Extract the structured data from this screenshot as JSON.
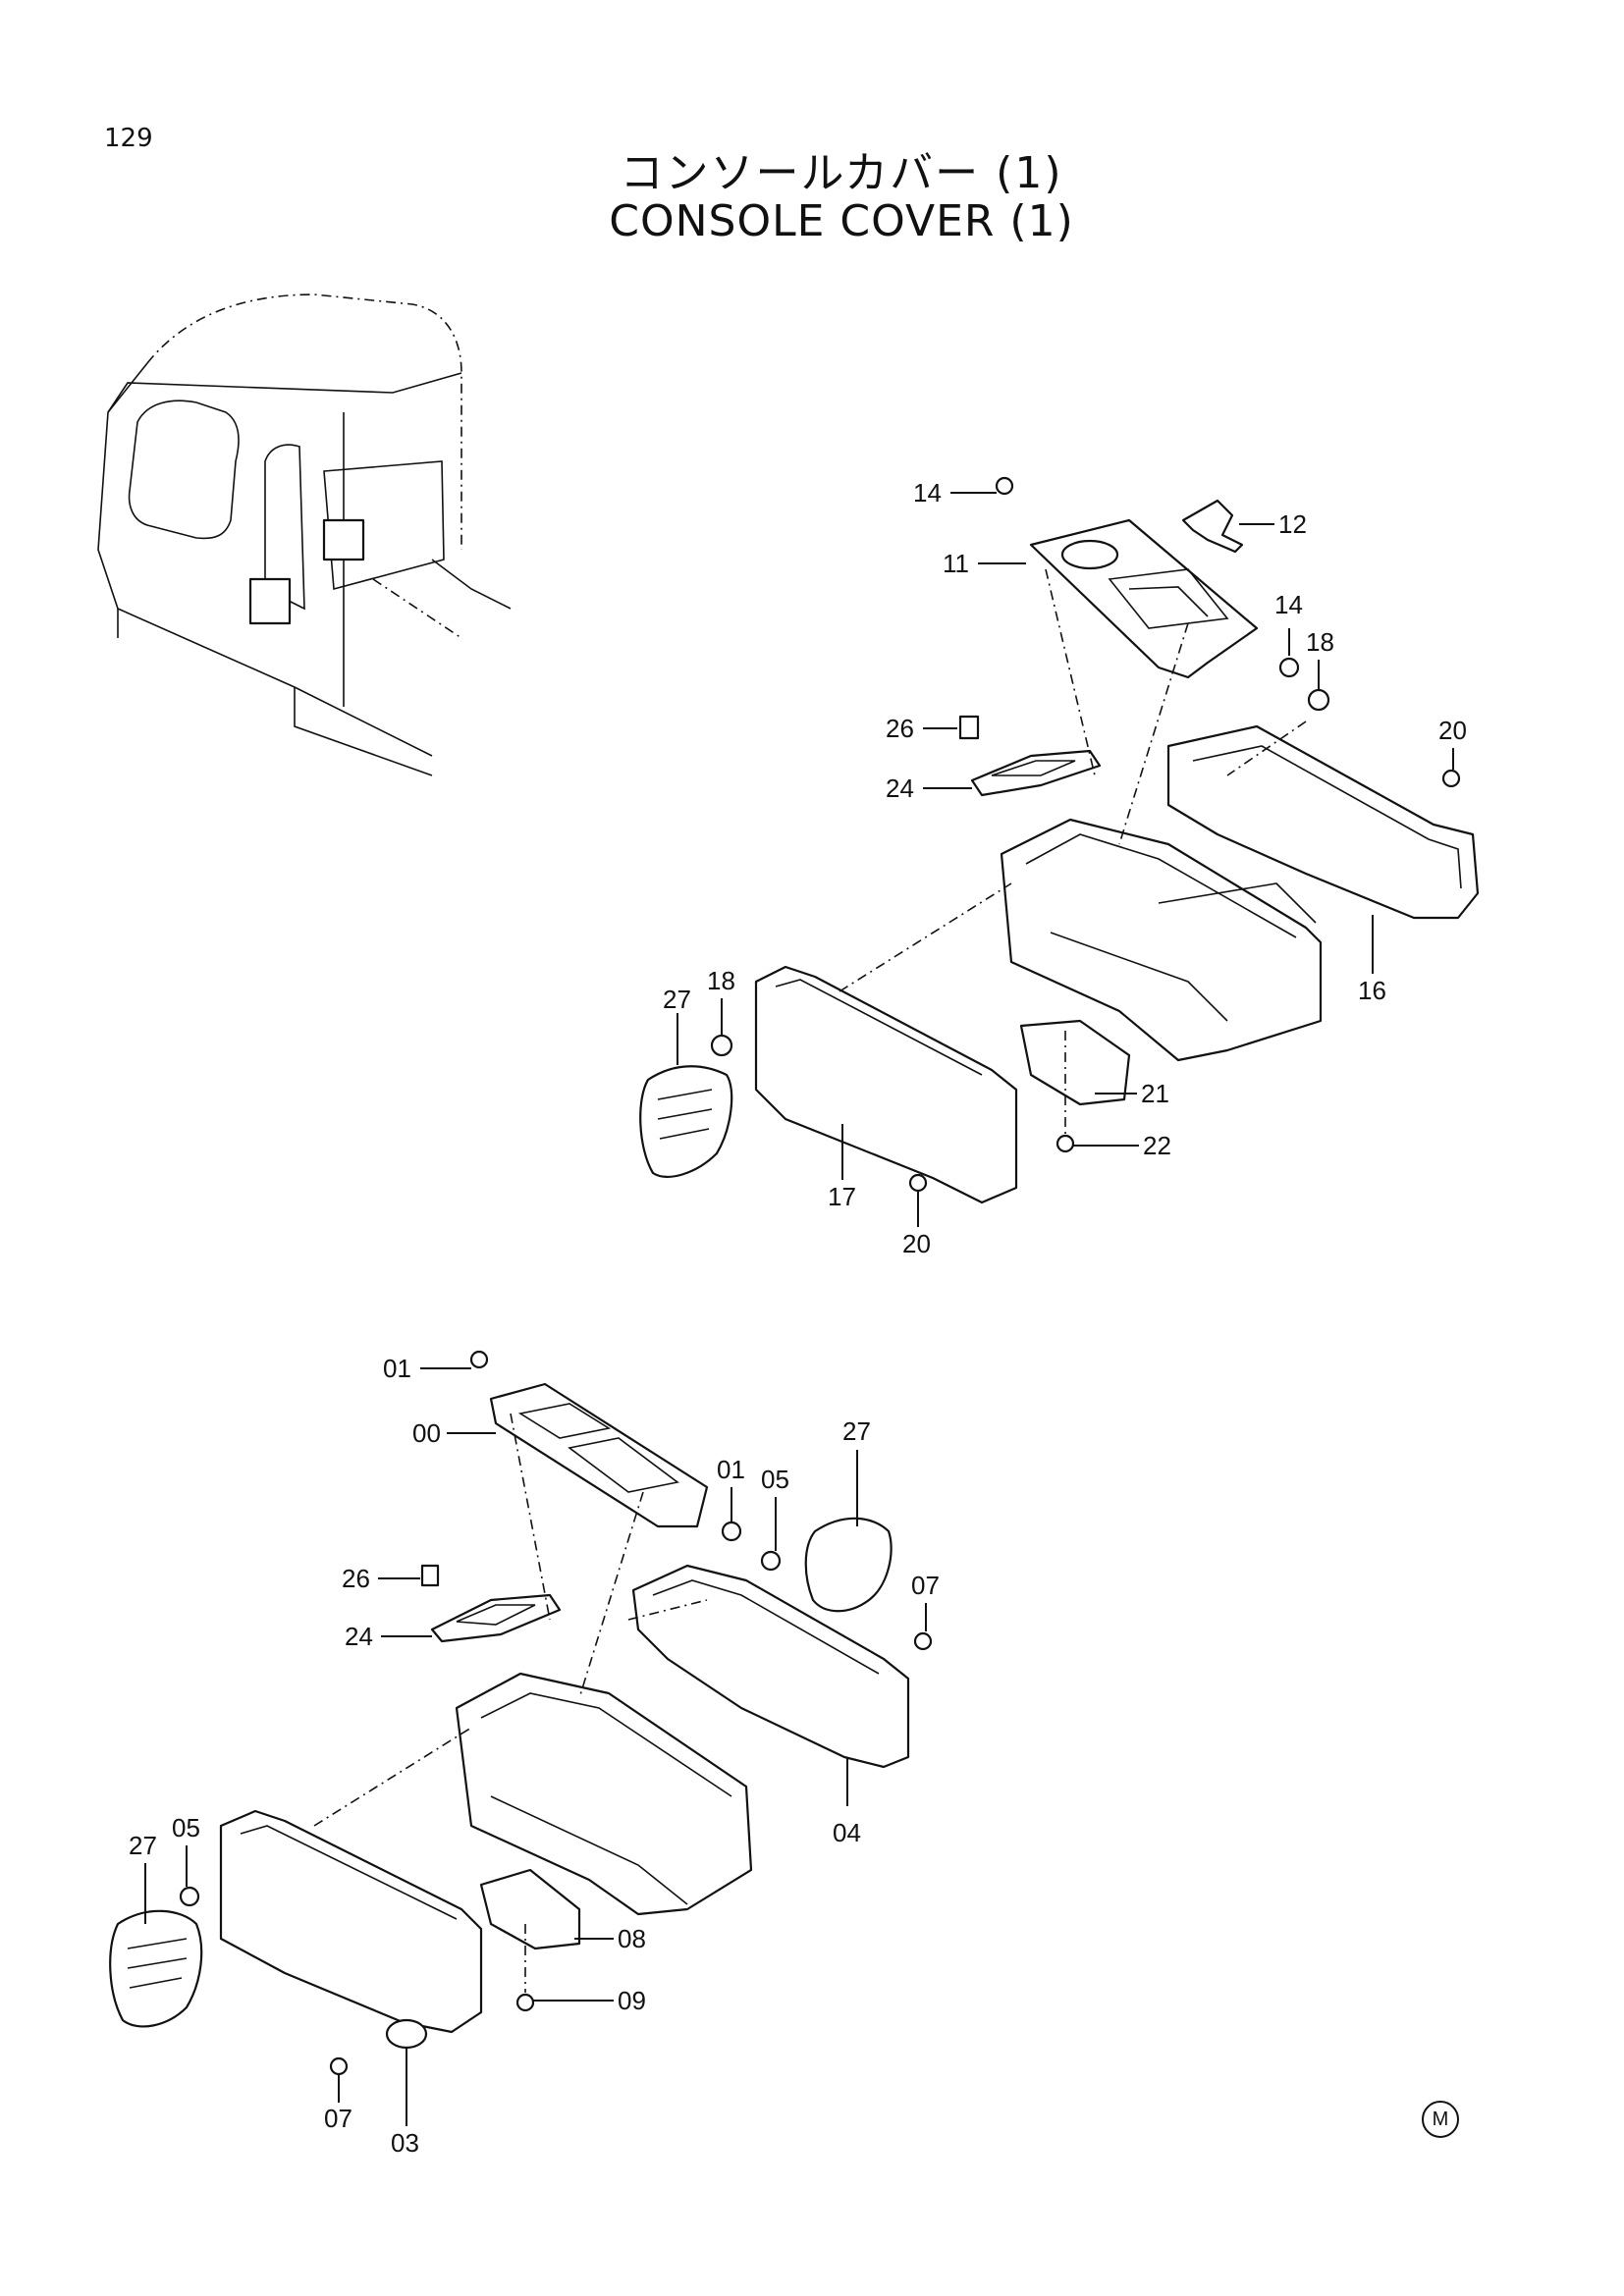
{
  "page": {
    "number": "129"
  },
  "title": {
    "jp": "コンソールカバー (1)",
    "en": "CONSOLE COVER (1)"
  },
  "callouts_upper": [
    "14",
    "12",
    "11",
    "14",
    "18",
    "20",
    "26",
    "24",
    "16",
    "18",
    "27",
    "21",
    "22",
    "17",
    "20"
  ],
  "callouts_lower": [
    "01",
    "00",
    "01",
    "05",
    "27",
    "26",
    "24",
    "07",
    "27",
    "05",
    "04",
    "08",
    "09",
    "07",
    "03"
  ],
  "corner_mark": "M"
}
